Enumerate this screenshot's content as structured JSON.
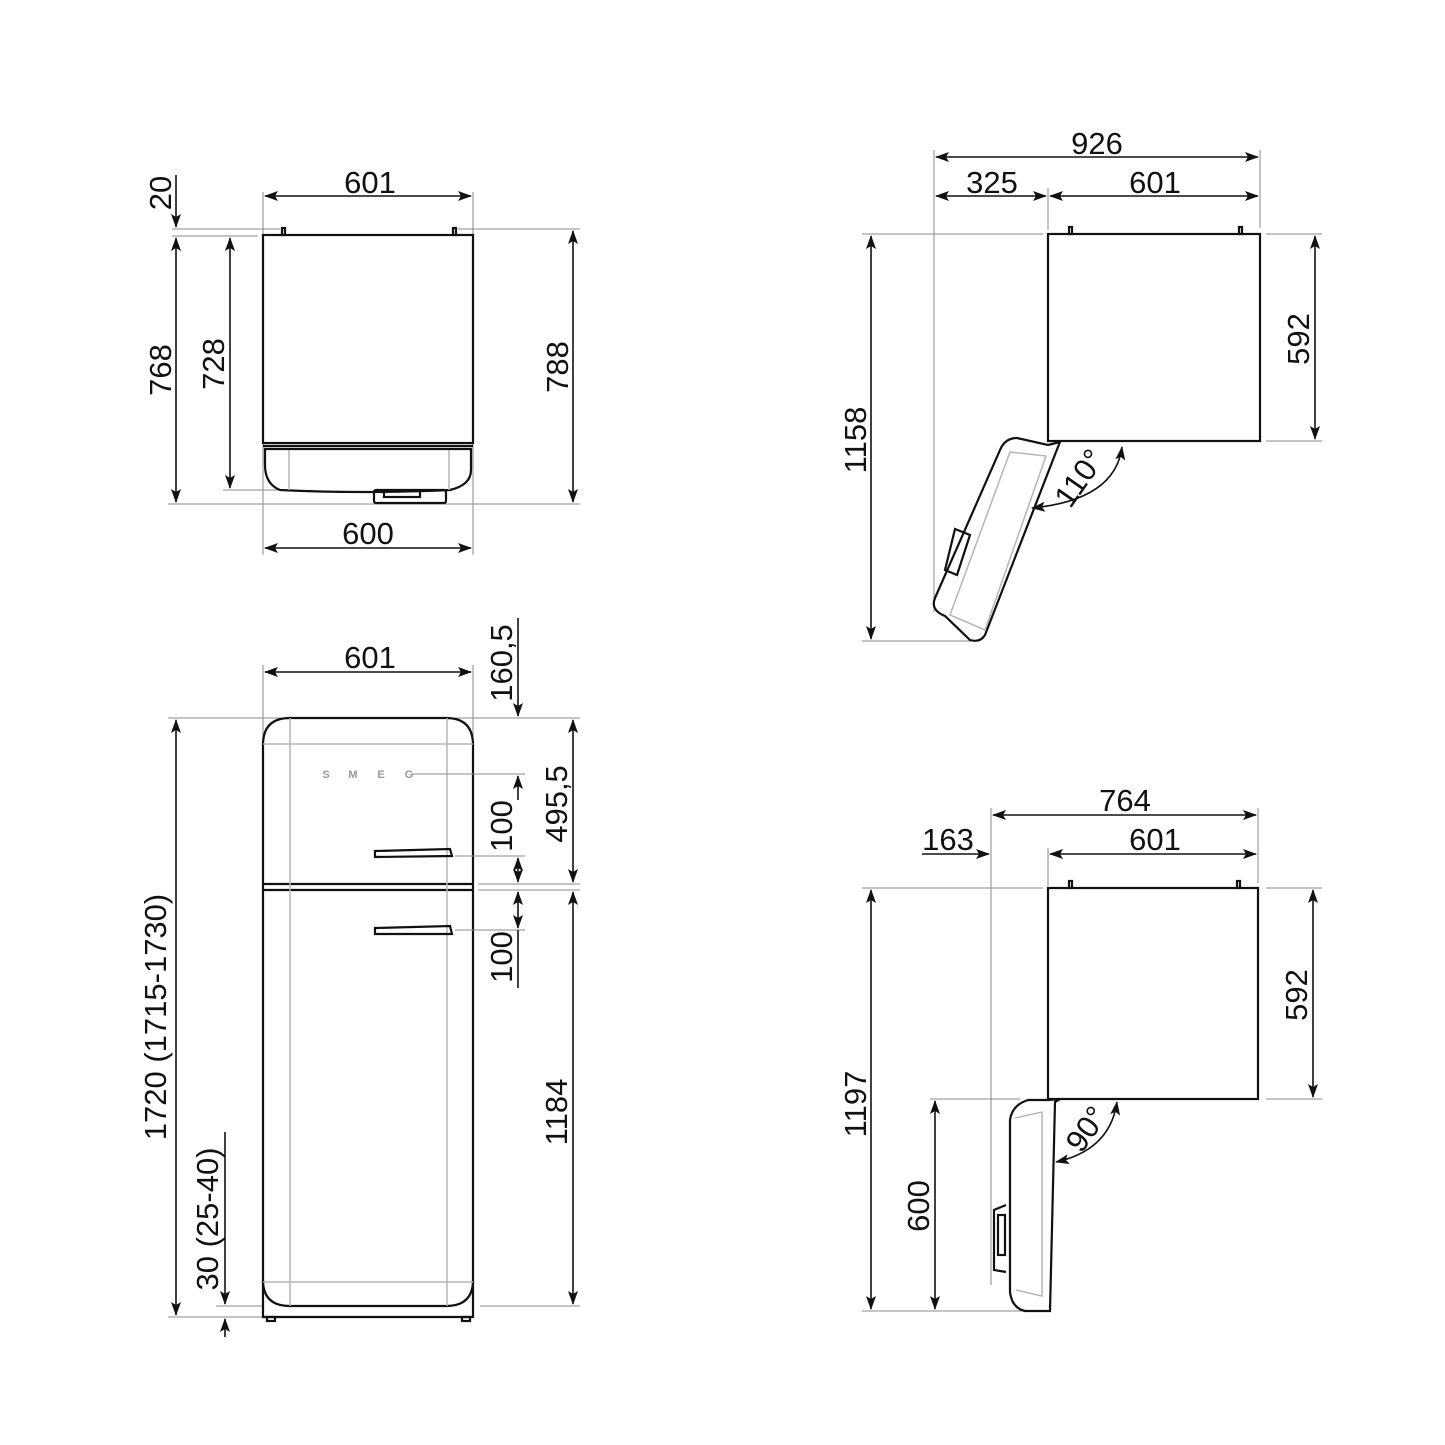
{
  "diagram": {
    "subject": "Two-door refrigerator dimension drawing",
    "units": "mm",
    "brand_logo": [
      "S",
      "M",
      "E",
      "G"
    ]
  },
  "top_view": {
    "width_top": "601",
    "width_bottom": "600",
    "hinge_offset": "20",
    "depth_total_left": "768",
    "depth_body": "728",
    "depth_total_right": "788"
  },
  "top_view_door_110": {
    "overall_width": "926",
    "door_swing_width": "325",
    "body_width": "601",
    "body_depth": "592",
    "overall_depth": "1158",
    "opening_angle": "110°"
  },
  "front_view": {
    "width": "601",
    "logo_from_top": "160,5",
    "upper_handle_offset": "100",
    "lower_handle_offset": "100",
    "upper_door_height": "495,5",
    "lower_door_height": "1184",
    "total_height": "1720 (1715-1730)",
    "feet_height": "30 (25-40)"
  },
  "top_view_door_90": {
    "overall_width": "764",
    "door_swing_width": "163",
    "body_width": "601",
    "body_depth": "592",
    "overall_depth": "1197",
    "door_depth": "600",
    "opening_angle": "90°"
  }
}
